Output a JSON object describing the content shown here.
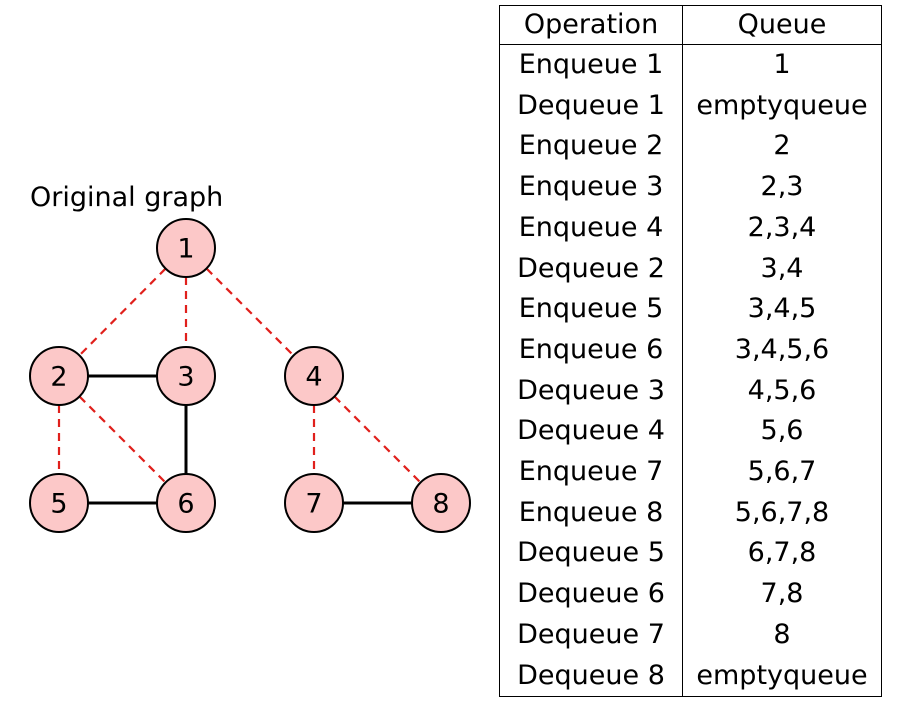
{
  "graph": {
    "title": "Original graph",
    "colors": {
      "node_fill": "#fcc8c8",
      "node_stroke": "#000000",
      "tree_edge": "#e0201c",
      "graph_edge": "#000000"
    },
    "nodes": [
      {
        "id": "1",
        "label": "1"
      },
      {
        "id": "2",
        "label": "2"
      },
      {
        "id": "3",
        "label": "3"
      },
      {
        "id": "4",
        "label": "4"
      },
      {
        "id": "5",
        "label": "5"
      },
      {
        "id": "6",
        "label": "6"
      },
      {
        "id": "7",
        "label": "7"
      },
      {
        "id": "8",
        "label": "8"
      }
    ],
    "edges": [
      {
        "from": "1",
        "to": "2",
        "style": "dashed-red"
      },
      {
        "from": "1",
        "to": "3",
        "style": "dashed-red"
      },
      {
        "from": "1",
        "to": "4",
        "style": "dashed-red"
      },
      {
        "from": "2",
        "to": "3",
        "style": "solid-black"
      },
      {
        "from": "2",
        "to": "5",
        "style": "dashed-red"
      },
      {
        "from": "2",
        "to": "6",
        "style": "dashed-red"
      },
      {
        "from": "3",
        "to": "6",
        "style": "solid-black"
      },
      {
        "from": "5",
        "to": "6",
        "style": "solid-black"
      },
      {
        "from": "4",
        "to": "7",
        "style": "dashed-red"
      },
      {
        "from": "4",
        "to": "8",
        "style": "dashed-red"
      },
      {
        "from": "7",
        "to": "8",
        "style": "solid-black"
      }
    ]
  },
  "table": {
    "headers": [
      "Operation",
      "Queue"
    ],
    "rows": [
      [
        "Enqueue 1",
        "1"
      ],
      [
        "Dequeue 1",
        "emptyqueue"
      ],
      [
        "Enqueue 2",
        "2"
      ],
      [
        "Enqueue 3",
        "2,3"
      ],
      [
        "Enqueue 4",
        "2,3,4"
      ],
      [
        "Dequeue 2",
        "3,4"
      ],
      [
        "Enqueue 5",
        "3,4,5"
      ],
      [
        "Enqueue 6",
        "3,4,5,6"
      ],
      [
        "Dequeue 3",
        "4,5,6"
      ],
      [
        "Dequeue 4",
        "5,6"
      ],
      [
        "Enqueue 7",
        "5,6,7"
      ],
      [
        "Enqueue 8",
        "5,6,7,8"
      ],
      [
        "Dequeue 5",
        "6,7,8"
      ],
      [
        "Dequeue 6",
        "7,8"
      ],
      [
        "Dequeue 7",
        "8"
      ],
      [
        "Dequeue 8",
        "emptyqueue"
      ]
    ]
  }
}
